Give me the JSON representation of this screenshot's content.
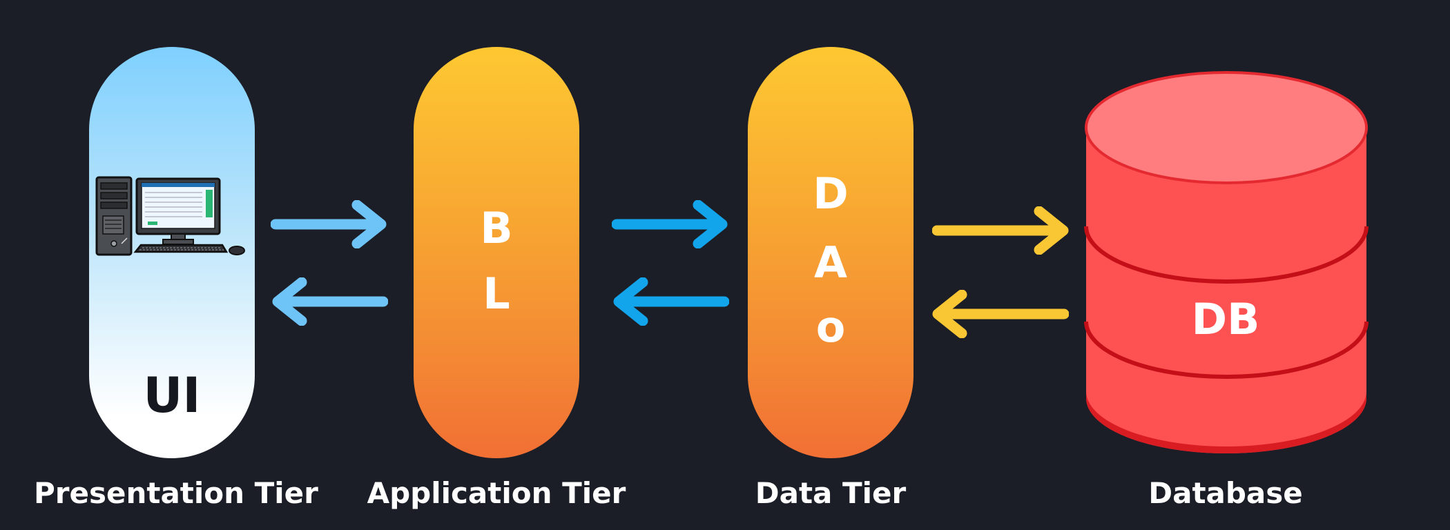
{
  "diagram": {
    "tiers": [
      {
        "badge": "UI",
        "caption": "Presentation Tier"
      },
      {
        "letters": [
          "B",
          "L"
        ],
        "caption": "Application Tier"
      },
      {
        "letters": [
          "D",
          "A",
          "o"
        ],
        "caption": "Data Tier"
      },
      {
        "badge": "DB",
        "caption": "Database"
      }
    ]
  },
  "colors": {
    "background": "#1c1e27",
    "arrow_light_blue": "#6fc4f7",
    "arrow_blue": "#12a5ec",
    "arrow_yellow": "#f9c734",
    "database_red": "#fe5152",
    "database_top": "#ff7d7e"
  },
  "icons": {
    "computer": "desktop-computer-icon"
  }
}
